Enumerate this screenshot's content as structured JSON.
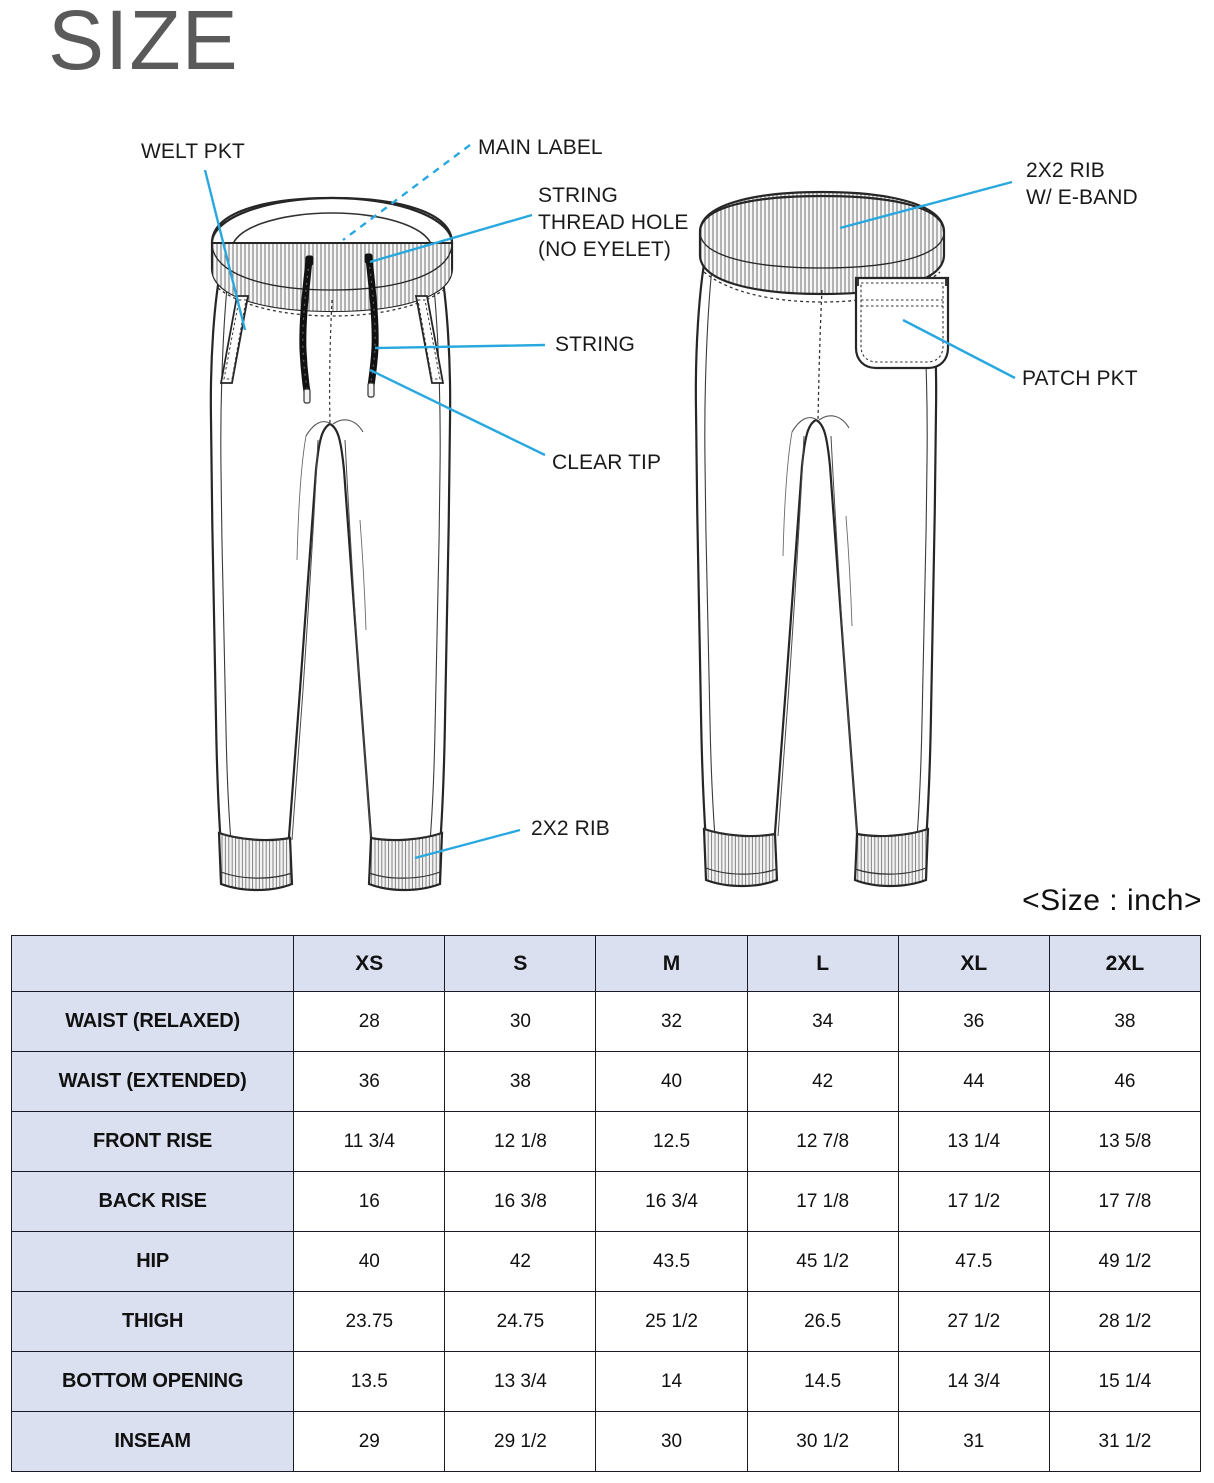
{
  "title": "SIZE",
  "size_unit_note": "<Size : inch>",
  "callouts": [
    {
      "name": "welt-pkt",
      "text": "WELT PKT"
    },
    {
      "name": "main-label",
      "text": "MAIN LABEL"
    },
    {
      "name": "string-thread-hole",
      "text": "STRING\nTHREAD HOLE\n(NO EYELET)"
    },
    {
      "name": "string",
      "text": "STRING"
    },
    {
      "name": "clear-tip",
      "text": "CLEAR TIP"
    },
    {
      "name": "rib-eband",
      "text": "2X2 RIB\nW/ E-BAND"
    },
    {
      "name": "patch-pkt",
      "text": "PATCH PKT"
    },
    {
      "name": "rib-cuff",
      "text": "2X2 RIB"
    }
  ],
  "colors": {
    "leader_line": "#29a8e0",
    "title": "#5a5a5a",
    "table_header_fill": "#dbe0f0",
    "table_border": "#1b1b27",
    "sketch_line": "#262626",
    "rib_fill": "#f2f2f2"
  },
  "chart_data": {
    "type": "table",
    "title": "SIZE",
    "unit": "inch",
    "corner_label": "",
    "columns": [
      "XS",
      "S",
      "M",
      "L",
      "XL",
      "2XL"
    ],
    "rows": [
      {
        "label": "WAIST (RELAXED)",
        "values": [
          "28",
          "30",
          "32",
          "34",
          "36",
          "38"
        ]
      },
      {
        "label": "WAIST (EXTENDED)",
        "values": [
          "36",
          "38",
          "40",
          "42",
          "44",
          "46"
        ]
      },
      {
        "label": "FRONT RISE",
        "values": [
          "11 3/4",
          "12 1/8",
          "12.5",
          "12 7/8",
          "13 1/4",
          "13 5/8"
        ]
      },
      {
        "label": "BACK RISE",
        "values": [
          "16",
          "16 3/8",
          "16 3/4",
          "17 1/8",
          "17 1/2",
          "17 7/8"
        ]
      },
      {
        "label": "HIP",
        "values": [
          "40",
          "42",
          "43.5",
          "45 1/2",
          "47.5",
          "49 1/2"
        ]
      },
      {
        "label": "THIGH",
        "values": [
          "23.75",
          "24.75",
          "25 1/2",
          "26.5",
          "27 1/2",
          "28 1/2"
        ]
      },
      {
        "label": "BOTTOM OPENING",
        "values": [
          "13.5",
          "13 3/4",
          "14",
          "14.5",
          "14 3/4",
          "15 1/4"
        ]
      },
      {
        "label": "INSEAM",
        "values": [
          "29",
          "29 1/2",
          "30",
          "30 1/2",
          "31",
          "31 1/2"
        ]
      }
    ]
  }
}
